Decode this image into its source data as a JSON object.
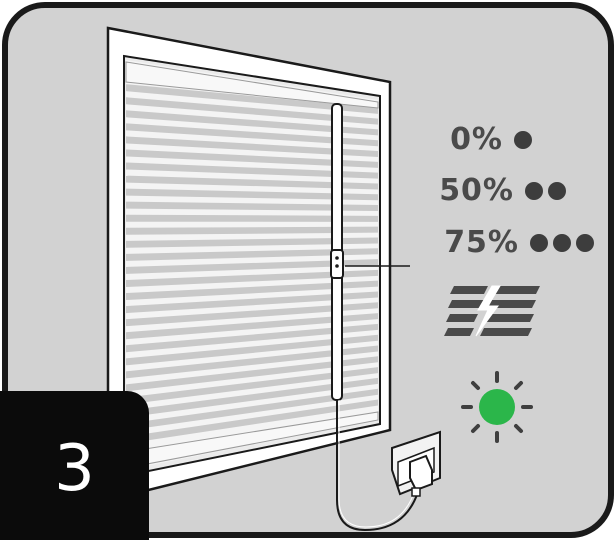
{
  "step": {
    "number": "3"
  },
  "levels": [
    {
      "label": "0%",
      "dots": 1
    },
    {
      "label": "50%",
      "dots": 2
    },
    {
      "label": "75%",
      "dots": 3
    }
  ],
  "icons": {
    "battery_charge": "lightning-charging-icon",
    "status_light": "green-led-icon"
  },
  "colors": {
    "background_panel": "#d2d2d2",
    "frame_border": "#1a1a1a",
    "text_gray": "#4a4a4a",
    "led_green": "#2bb64a",
    "badge_black": "#0b0b0b"
  }
}
